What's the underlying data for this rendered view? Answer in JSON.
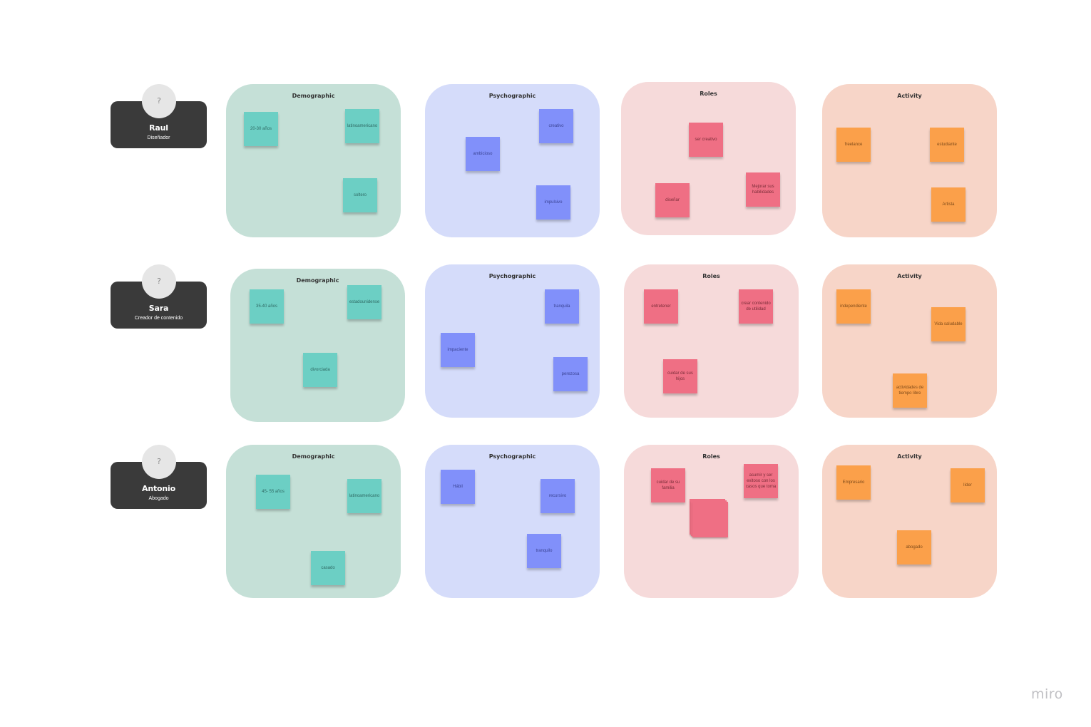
{
  "personas": [
    {
      "name": "Raul",
      "role": "Diseñador",
      "avatar": "?"
    },
    {
      "name": "Sara",
      "role": "Creador de contenido",
      "avatar": "?"
    },
    {
      "name": "Antonio",
      "role": "Abogado",
      "avatar": "?"
    }
  ],
  "frame_titles": {
    "demographic": "Demographic",
    "psychographic": "Psychographic",
    "roles": "Roles",
    "activity": "Activity"
  },
  "boards": {
    "raul": {
      "demographic": [
        "20-30 años",
        "latinoamericano",
        "soltero"
      ],
      "psychographic": [
        "creativo",
        "ambicioso",
        "impulsivo"
      ],
      "roles": [
        "ser creativo",
        "diseñar",
        "Mejorar sus habilidades"
      ],
      "activity": [
        "freelance",
        "estudiante",
        "Artista"
      ]
    },
    "sara": {
      "demographic": [
        "35-40 años",
        "estadounidense",
        "divorciada"
      ],
      "psychographic": [
        "tranquila",
        "impaciente",
        "perezosa"
      ],
      "roles": [
        "entretener",
        "crear contenido de utilidad",
        "cuidar de sus hijos"
      ],
      "activity": [
        "independiente",
        "Vida saludable",
        "actividades de tiempo libre"
      ]
    },
    "antonio": {
      "demographic": [
        "45- 55 años",
        "latinoamericano",
        "casado"
      ],
      "psychographic": [
        "Hábil",
        "recursivo",
        "tranquilo"
      ],
      "roles": [
        "cuidar de su familia",
        "asumir y ser exitoso con los casos que toma"
      ],
      "activity": [
        "Empresario",
        "líder",
        "abogado"
      ]
    }
  },
  "colors": {
    "demographic": "#c5e0d7",
    "psychographic": "#d5dcfa",
    "roles": "#f6dada",
    "activity": "#f7d5c8",
    "sticky_teal": "#6ccfc4",
    "sticky_blue": "#8190fa",
    "sticky_pink": "#ef6f84",
    "sticky_orange": "#fba04a",
    "persona_card": "#3a3a3a"
  },
  "brand": {
    "logo": "miro"
  }
}
